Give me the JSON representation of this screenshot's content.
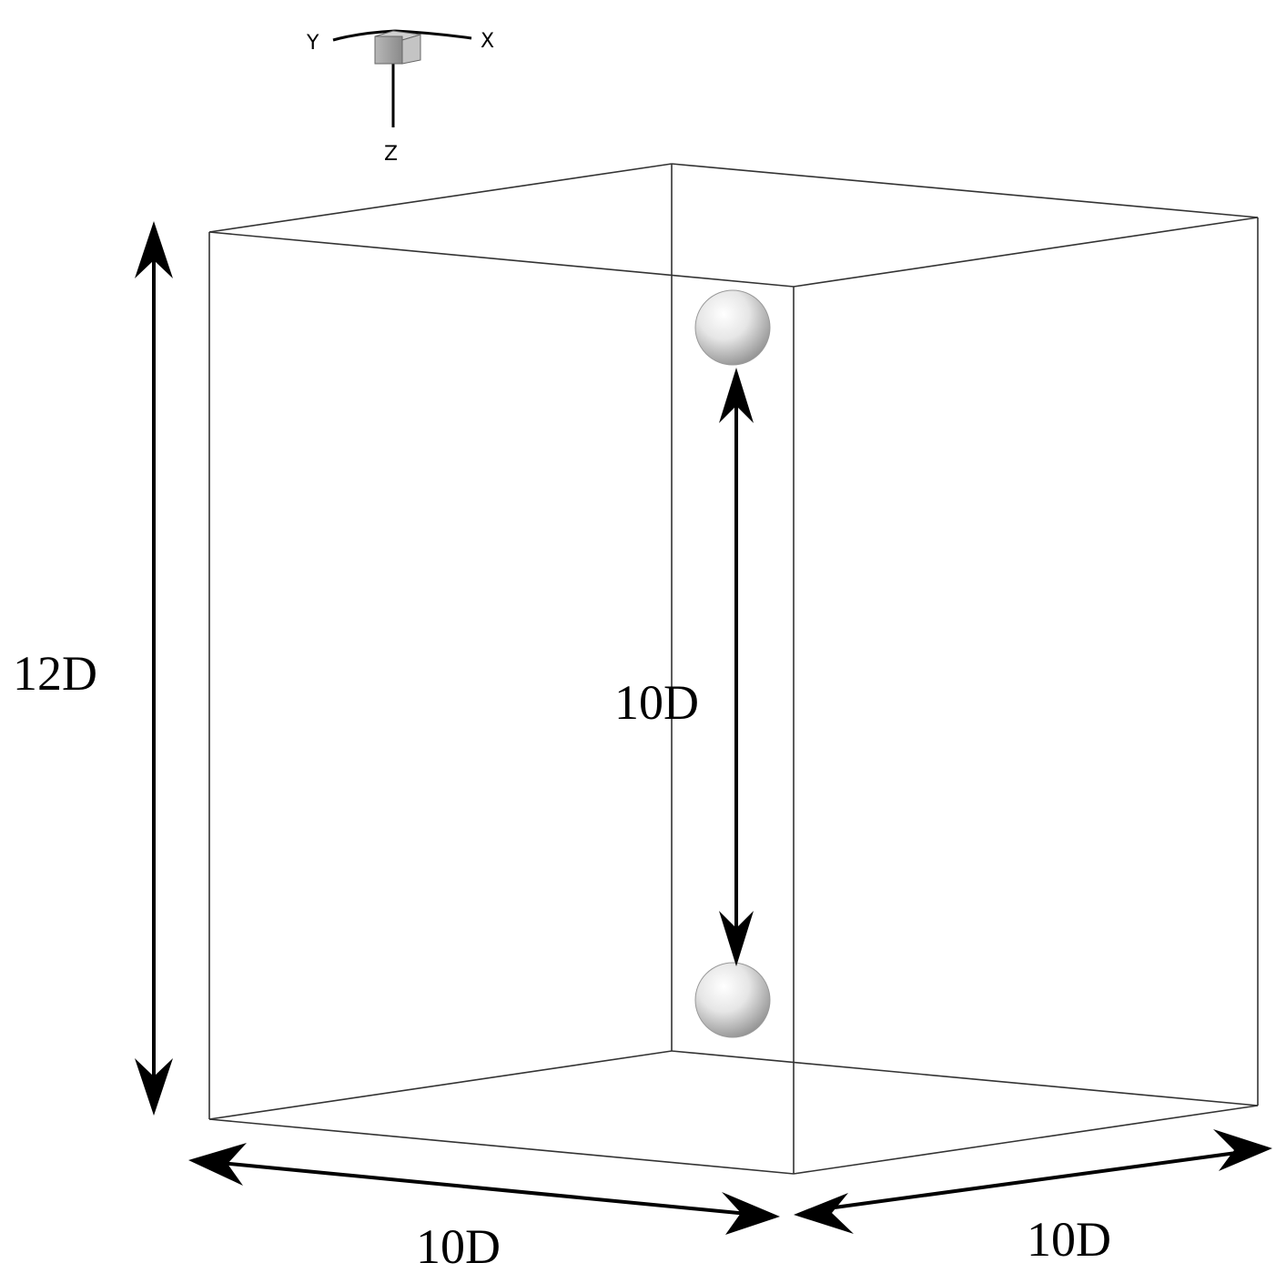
{
  "dimensions": {
    "height_label": "12D",
    "spacing_label": "10D",
    "width_front_label": "10D",
    "width_right_label": "10D"
  },
  "axes_triad": {
    "x_label": "X",
    "y_label": "Y",
    "z_label": "Z"
  },
  "objects": {
    "sphere_count": 2,
    "sphere_color": "#e6e6e6",
    "sphere_highlight": "#ffffff",
    "sphere_shadow": "#8c8c8c"
  },
  "colors": {
    "background": "#ffffff",
    "edges": "#333333",
    "arrows": "#000000"
  }
}
